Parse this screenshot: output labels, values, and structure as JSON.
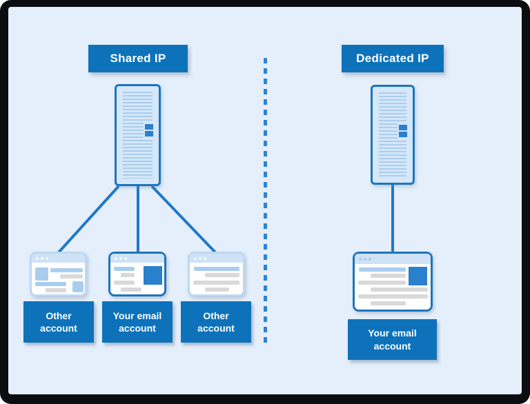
{
  "colors": {
    "background": "#e4effb",
    "frame": "#0b0d10",
    "primary_blue": "#0d72ba",
    "stroke_blue": "#1e78c8",
    "server_fill": "#d5e7f8",
    "stripe_blue": "#a9cdee",
    "accent_blue": "#2980cc",
    "bar_gray": "#d9d9d9",
    "window_light_border": "#bdd8f3",
    "titlebar_blue": "#cfe2f6"
  },
  "icons": {
    "server": "server-rack-icon",
    "window": "browser-window-icon",
    "window_dots": "titlebar-dots-icon",
    "divider": "dashed-divider-line",
    "connectors": "connection-lines"
  },
  "panels": {
    "shared": {
      "title": "Shared IP",
      "accounts": [
        "Other\naccount",
        "Your email\naccount",
        "Other\naccount"
      ]
    },
    "dedicated": {
      "title": "Dedicated IP",
      "accounts": [
        "Your email\naccount"
      ]
    }
  }
}
